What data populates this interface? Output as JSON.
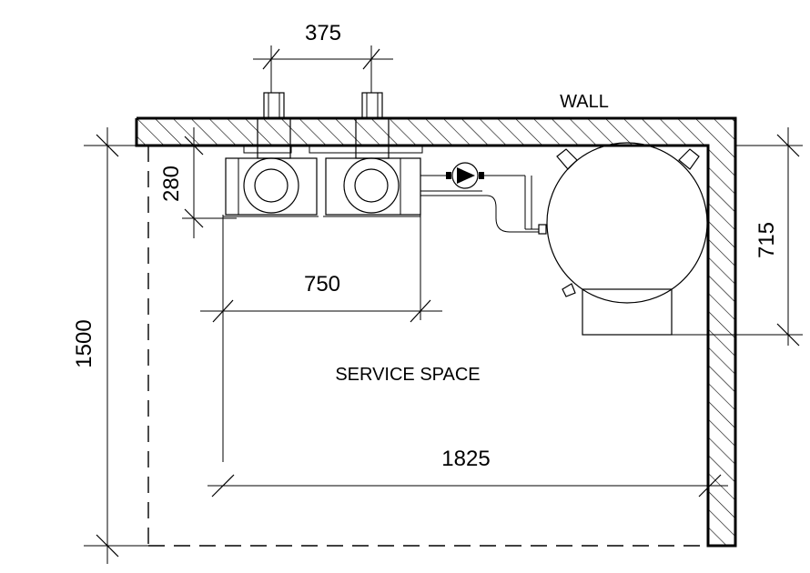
{
  "labels": {
    "wall": "WALL",
    "service_space": "SERVICE SPACE"
  },
  "dimensions": {
    "boiler_spacing": "375",
    "boiler_depth": "280",
    "boilers_width": "750",
    "total_depth": "1500",
    "tank_depth": "715",
    "total_width": "1825"
  },
  "colors": {
    "line": "#000000",
    "background": "#ffffff"
  },
  "icons": [
    "boiler-unit-icon",
    "boiler-unit-icon",
    "circulation-pump-icon",
    "storage-tank-icon"
  ]
}
